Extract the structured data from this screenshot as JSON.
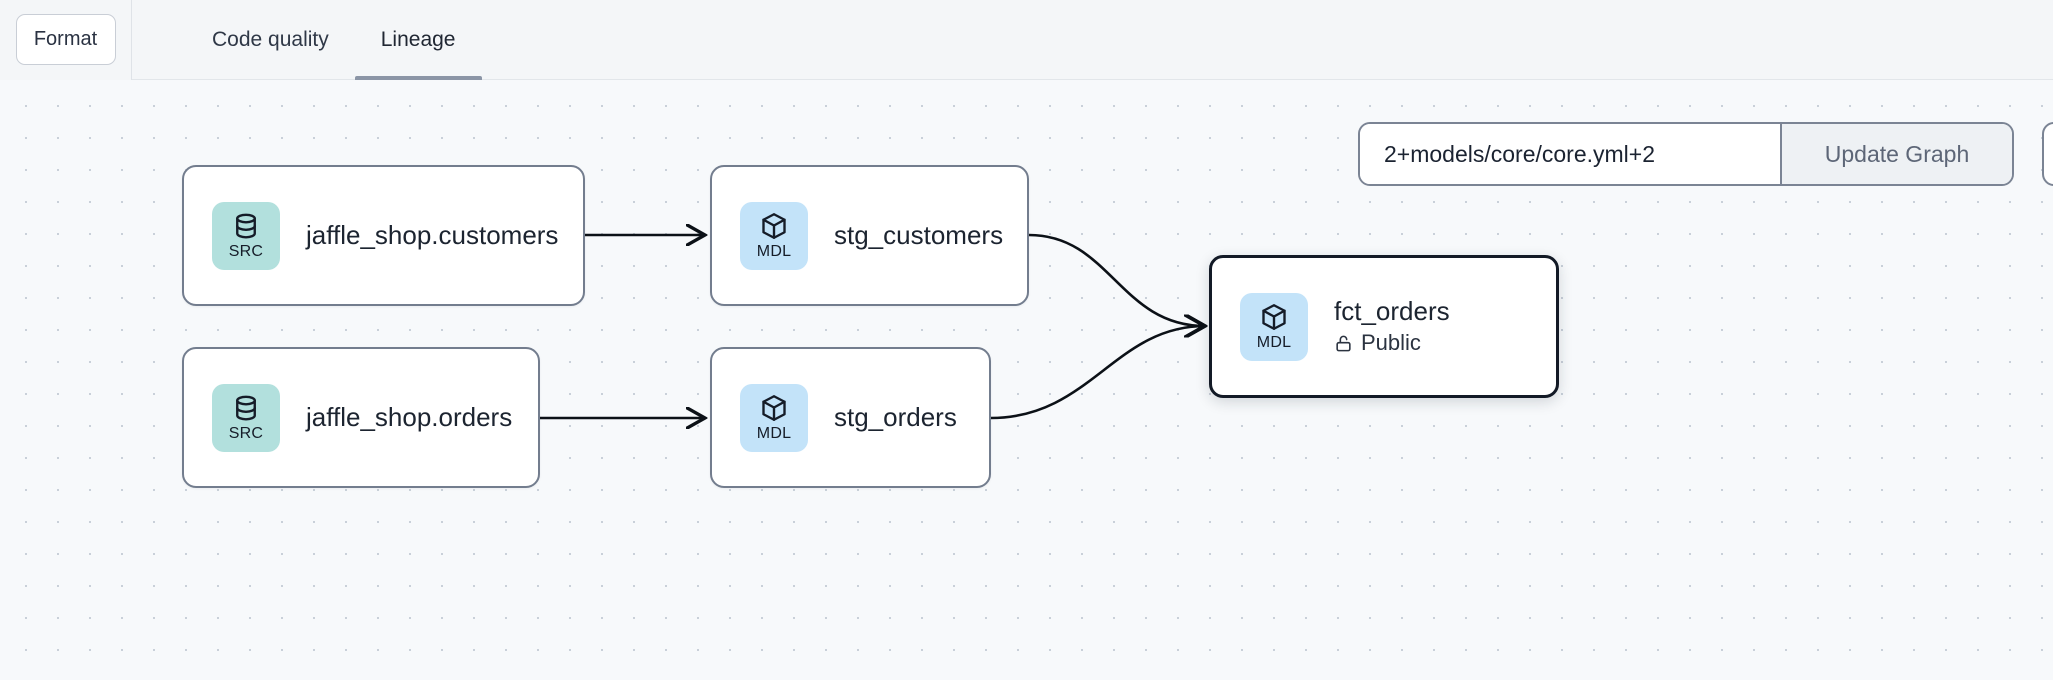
{
  "toolbar": {
    "format_label": "Format",
    "tabs": [
      {
        "label": "Code quality",
        "active": false
      },
      {
        "label": "Lineage",
        "active": true
      }
    ]
  },
  "filter": {
    "value": "2+models/core/core.yml+2",
    "placeholder": "2+models/core/core.yml+2",
    "update_label": "Update Graph"
  },
  "graph": {
    "nodes": [
      {
        "id": "jaffle_shop_customers",
        "label": "jaffle_shop.customers",
        "badge": "SRC",
        "badge_icon": "database-icon",
        "badge_color": "#b2e0dd",
        "selected": false,
        "sub": null
      },
      {
        "id": "stg_customers",
        "label": "stg_customers",
        "badge": "MDL",
        "badge_icon": "cube-icon",
        "badge_color": "#c3e3f9",
        "selected": false,
        "sub": null
      },
      {
        "id": "jaffle_shop_orders",
        "label": "jaffle_shop.orders",
        "badge": "SRC",
        "badge_icon": "database-icon",
        "badge_color": "#b2e0dd",
        "selected": false,
        "sub": null
      },
      {
        "id": "stg_orders",
        "label": "stg_orders",
        "badge": "MDL",
        "badge_icon": "cube-icon",
        "badge_color": "#c3e3f9",
        "selected": false,
        "sub": null
      },
      {
        "id": "fct_orders",
        "label": "fct_orders",
        "badge": "MDL",
        "badge_icon": "cube-icon",
        "badge_color": "#c3e3f9",
        "selected": true,
        "sub": "Public",
        "sub_icon": "unlock-icon"
      }
    ],
    "edges": [
      {
        "from": "jaffle_shop_customers",
        "to": "stg_customers"
      },
      {
        "from": "jaffle_shop_orders",
        "to": "stg_orders"
      },
      {
        "from": "stg_customers",
        "to": "fct_orders"
      },
      {
        "from": "stg_orders",
        "to": "fct_orders"
      }
    ]
  },
  "colors": {
    "canvas_bg": "#f7f9fb",
    "node_border": "#737d8e",
    "node_border_selected": "#131a26",
    "edge": "#0c1117",
    "tab_underline": "#8b95a6",
    "topbar_bg": "#f4f6f8"
  }
}
